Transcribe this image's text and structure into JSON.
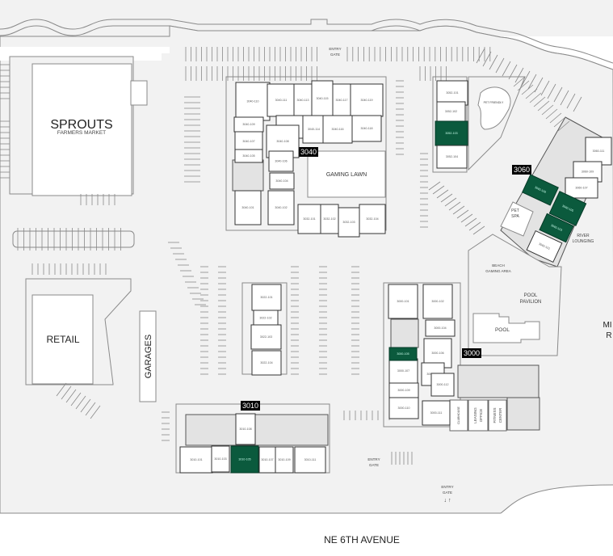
{
  "colors": {
    "available": "#0b5a3d",
    "unit": "#ffffff",
    "building": "#e3e3e3",
    "lot": "#f2f2f2"
  },
  "street": "NE 6TH AVENUE",
  "landmarks": {
    "sprouts": "SPROUTS",
    "sprouts_sub": "FARMERS MARKET",
    "retail": "RETAIL",
    "garages": "GARAGES",
    "gaming_lawn": "GAMING LAWN",
    "pet_friendly": "PET FRIENDLY",
    "pet_spa_1": "PET",
    "pet_spa_2": "SPA",
    "river_lounging_1": "RIVER",
    "river_lounging_2": "LOUNGING",
    "beach_1": "BEACH",
    "beach_2": "GAMING AREA",
    "pool_pavilion_1": "POOL",
    "pool_pavilion_2": "PAVILION",
    "pool": "POOL",
    "clubhouse": "CLUBHOUSE",
    "leasing_1": "LEASING",
    "leasing_2": "OFFICE",
    "fitness_1": "FITNESS",
    "fitness_2": "CENTER",
    "mill_1": "MI",
    "mill_2": "R"
  },
  "gates": {
    "north_1": "ENTRY",
    "north_2": "GATE",
    "south_1": "ENTRY",
    "south_2": "GATE",
    "se_1": "ENTRY",
    "se_2": "GATE",
    "se_arrows": "↓ ↑"
  },
  "buildings": {
    "b3040": "3040",
    "b3060": "3060",
    "b3000": "3000",
    "b3010": "3010"
  },
  "units": {
    "u3040_110": "3040-110",
    "u3040_111": "3040-111",
    "u3040_113": "3040-113",
    "u3040_115": "3040-115",
    "u3040_117": "3040-117",
    "u3040_119": "3040-119",
    "u3040_109": "3040-109",
    "u3040_112": "3040-112",
    "u3040_114": "3040-114",
    "u3040_116": "3040-116",
    "u3040_118": "3040-118",
    "u3040_107": "3040-107",
    "u3040_108": "3040-108",
    "u3040_105": "3040-105",
    "u3040_106": "3040-106",
    "u3040_104": "3040-104",
    "u3040_101": "3040-101",
    "u3040_102": "3040-102",
    "u3032_101": "3032-101",
    "u3032_102": "3032-102",
    "u3032_103": "3032-103",
    "u3032_104": "3032-104",
    "u3052_101": "3052-101",
    "u3052_102": "3052-102",
    "u3052_103": "3052-103",
    "u3052_104": "3052-104",
    "u3060_111": "3060-111",
    "u3060_109": "3060-109",
    "u3060_107": "3060-107",
    "u3060_105": "3060-105",
    "u3060_106": "3060-106",
    "u3060_103": "3060-103",
    "u3060_101": "3060-101",
    "u3022_101": "3022-101",
    "u3022_102": "3022-102",
    "u3022_103": "3022-103",
    "u3022_104": "3022-104",
    "u3000_101": "3000-101",
    "u3000_102": "3000-102",
    "u3000_104": "3000-104",
    "u3000_105": "3000-105",
    "u3000_106": "3000-106",
    "u3000_107": "3000-107",
    "u3000_108": "3000-108",
    "u3000_109": "3000-109",
    "u3000_110": "3000-110",
    "u3000_111": "3000-111",
    "u3000_112": "3000-112",
    "u3010_101": "3010-101",
    "u3010_103": "3010-103",
    "u3010_105": "3010-105",
    "u3010_107": "3010-107",
    "u3010_108": "3010-108",
    "u3010_109": "3010-109",
    "u3010_111": "3010-111"
  },
  "available_units": [
    "3052-103",
    "3060-106",
    "3060-105",
    "3060-103",
    "3000-105",
    "3010-105"
  ]
}
